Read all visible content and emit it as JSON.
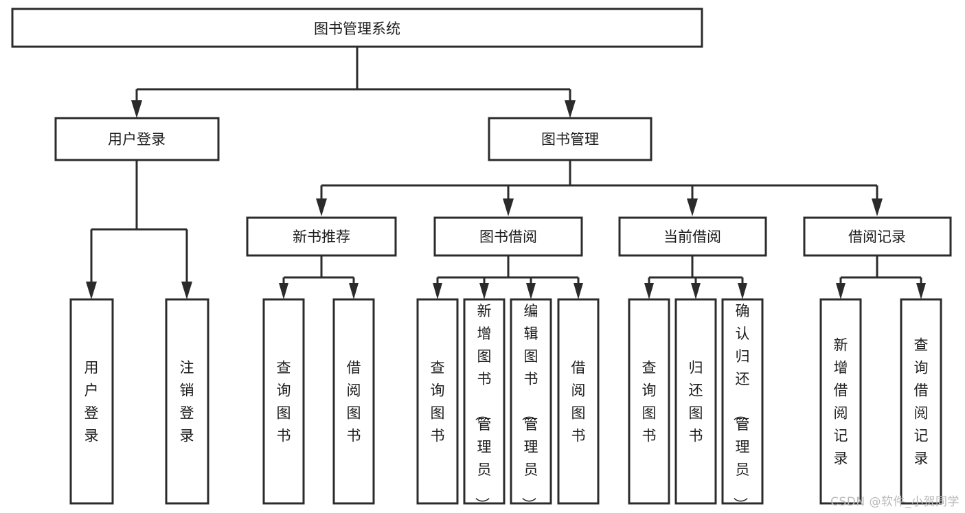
{
  "diagram": {
    "type": "tree",
    "title": "图书管理系统",
    "watermark": "CSDN @软件_小贺同学",
    "colors": {
      "stroke": "#2b2b2b",
      "fill": "#ffffff",
      "text": "#1d1d1d",
      "watermark": "#b9b9b9"
    },
    "root": {
      "label": "图书管理系统",
      "orientation": "horizontal"
    },
    "level2": [
      {
        "label": "用户登录",
        "orientation": "horizontal"
      },
      {
        "label": "图书管理",
        "orientation": "horizontal"
      }
    ],
    "level3": [
      {
        "label": "新书推荐",
        "orientation": "horizontal"
      },
      {
        "label": "图书借阅",
        "orientation": "horizontal"
      },
      {
        "label": "当前借阅",
        "orientation": "horizontal"
      },
      {
        "label": "借阅记录",
        "orientation": "horizontal"
      }
    ],
    "leaves": {
      "user_login": [
        {
          "label": "用户登录",
          "orientation": "vertical"
        },
        {
          "label": "注销登录",
          "orientation": "vertical"
        }
      ],
      "new_book_recommend": [
        {
          "label": "查询图书",
          "orientation": "vertical"
        },
        {
          "label": "借阅图书",
          "orientation": "vertical"
        }
      ],
      "book_borrow": [
        {
          "label": "查询图书",
          "orientation": "vertical"
        },
        {
          "label": "新增图书（管理员）",
          "orientation": "vertical"
        },
        {
          "label": "编辑图书（管理员）",
          "orientation": "vertical"
        },
        {
          "label": "借阅图书",
          "orientation": "vertical"
        }
      ],
      "current_borrow": [
        {
          "label": "查询图书",
          "orientation": "vertical"
        },
        {
          "label": "归还图书",
          "orientation": "vertical"
        },
        {
          "label": "确认归还（管理员）",
          "orientation": "vertical"
        }
      ],
      "borrow_record": [
        {
          "label": "新增借阅记录",
          "orientation": "vertical"
        },
        {
          "label": "查询借阅记录",
          "orientation": "vertical"
        }
      ]
    }
  }
}
